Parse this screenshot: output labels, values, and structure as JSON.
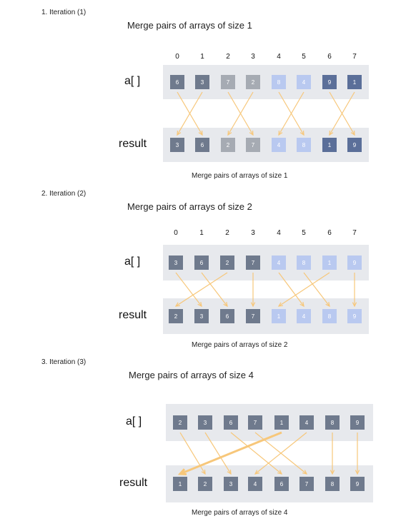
{
  "sections": [
    {
      "iteration_label": "1. Iteration (1)",
      "heading": "Merge pairs of arrays of size 1",
      "indices": [
        "0",
        "1",
        "2",
        "3",
        "4",
        "5",
        "6",
        "7"
      ],
      "array_label": "a[ ]",
      "result_label": "result",
      "a": [
        {
          "v": "6",
          "c": "dark"
        },
        {
          "v": "3",
          "c": "dark"
        },
        {
          "v": "7",
          "c": "gray"
        },
        {
          "v": "2",
          "c": "gray"
        },
        {
          "v": "8",
          "c": "light"
        },
        {
          "v": "4",
          "c": "light"
        },
        {
          "v": "9",
          "c": "navy"
        },
        {
          "v": "1",
          "c": "navy"
        }
      ],
      "result": [
        {
          "v": "3",
          "c": "dark"
        },
        {
          "v": "6",
          "c": "dark"
        },
        {
          "v": "2",
          "c": "gray"
        },
        {
          "v": "7",
          "c": "gray"
        },
        {
          "v": "4",
          "c": "light"
        },
        {
          "v": "8",
          "c": "light"
        },
        {
          "v": "1",
          "c": "navy"
        },
        {
          "v": "9",
          "c": "navy"
        }
      ],
      "moves": [
        [
          0,
          1
        ],
        [
          1,
          0
        ],
        [
          2,
          3
        ],
        [
          3,
          2
        ],
        [
          4,
          5
        ],
        [
          5,
          4
        ],
        [
          6,
          7
        ],
        [
          7,
          6
        ]
      ],
      "caption": "Merge pairs of arrays of size 1"
    },
    {
      "iteration_label": "2. Iteration (2)",
      "heading": "Merge pairs of arrays of size 2",
      "indices": [
        "0",
        "1",
        "2",
        "3",
        "4",
        "5",
        "6",
        "7"
      ],
      "array_label": "a[ ]",
      "result_label": "result",
      "a": [
        {
          "v": "3",
          "c": "dark"
        },
        {
          "v": "6",
          "c": "dark"
        },
        {
          "v": "2",
          "c": "dark"
        },
        {
          "v": "7",
          "c": "dark"
        },
        {
          "v": "4",
          "c": "light"
        },
        {
          "v": "8",
          "c": "light"
        },
        {
          "v": "1",
          "c": "light"
        },
        {
          "v": "9",
          "c": "light"
        }
      ],
      "result": [
        {
          "v": "2",
          "c": "dark"
        },
        {
          "v": "3",
          "c": "dark"
        },
        {
          "v": "6",
          "c": "dark"
        },
        {
          "v": "7",
          "c": "dark"
        },
        {
          "v": "1",
          "c": "light"
        },
        {
          "v": "4",
          "c": "light"
        },
        {
          "v": "8",
          "c": "light"
        },
        {
          "v": "9",
          "c": "light"
        }
      ],
      "moves": [
        [
          0,
          1
        ],
        [
          1,
          2
        ],
        [
          2,
          0
        ],
        [
          3,
          3
        ],
        [
          4,
          5
        ],
        [
          5,
          6
        ],
        [
          6,
          4
        ],
        [
          7,
          7
        ]
      ],
      "caption": "Merge pairs of arrays of size 2"
    },
    {
      "iteration_label": "3. Iteration (3)",
      "heading": "Merge pairs of arrays of size 4",
      "indices": [],
      "array_label": "a[ ]",
      "result_label": "result",
      "a": [
        {
          "v": "2",
          "c": "dark"
        },
        {
          "v": "3",
          "c": "dark"
        },
        {
          "v": "6",
          "c": "dark"
        },
        {
          "v": "7",
          "c": "dark"
        },
        {
          "v": "1",
          "c": "dark"
        },
        {
          "v": "4",
          "c": "dark"
        },
        {
          "v": "8",
          "c": "dark"
        },
        {
          "v": "9",
          "c": "dark"
        }
      ],
      "result": [
        {
          "v": "1",
          "c": "dark"
        },
        {
          "v": "2",
          "c": "dark"
        },
        {
          "v": "3",
          "c": "dark"
        },
        {
          "v": "4",
          "c": "dark"
        },
        {
          "v": "6",
          "c": "dark"
        },
        {
          "v": "7",
          "c": "dark"
        },
        {
          "v": "8",
          "c": "dark"
        },
        {
          "v": "9",
          "c": "dark"
        }
      ],
      "moves": [
        [
          0,
          1
        ],
        [
          1,
          2
        ],
        [
          2,
          4
        ],
        [
          3,
          5
        ],
        [
          4,
          0
        ],
        [
          5,
          3
        ],
        [
          6,
          6
        ],
        [
          7,
          7
        ]
      ],
      "caption": "Merge pairs of arrays of size 4"
    }
  ],
  "colors": {
    "dark": "#6f7a8d",
    "gray": "#a6abb3",
    "light": "#b9c9f0",
    "navy": "#5b6f99",
    "arrow": "#f7c77a",
    "band": "#e7e9ed"
  }
}
